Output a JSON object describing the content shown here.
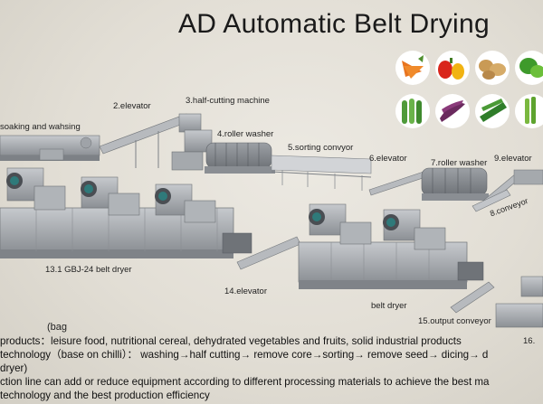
{
  "title": "AD Automatic Belt Drying",
  "labels": {
    "soaking": "soaking and wahsing",
    "elevator2": "2.elevator",
    "half_cutting": "3.half-cutting machine",
    "roller_washer4": "4.roller washer",
    "sorting": "5.sorting convyor",
    "elevator6": "6.elevator",
    "roller_washer7": "7.roller washer",
    "elevator9": "9.elevator",
    "conveyor8": "8.conveyor",
    "belt_dryer13": "13.1 GBJ-24 belt dryer",
    "elevator14": "14.elevator",
    "belt_dryer": "belt dryer",
    "output": "15.output conveyor",
    "item16": "16.",
    "bag_note": "(bag"
  },
  "description": {
    "line1": "products：leisure food, nutritional cereal, dehydrated vegetables and fruits, solid industrial products",
    "line2": "technology（base on chilli）： washing→half cutting→ remove core→sorting→ remove seed→ dicing→ d",
    "line3": "dryer)",
    "line4": "ction line can add or reduce equipment according to different processing materials to achieve the best ma",
    "line5": "technology and the best production efficiency"
  },
  "colors": {
    "machine": "#8f9398",
    "machine_light": "#c4c7cb",
    "background": "#e2ded5"
  }
}
